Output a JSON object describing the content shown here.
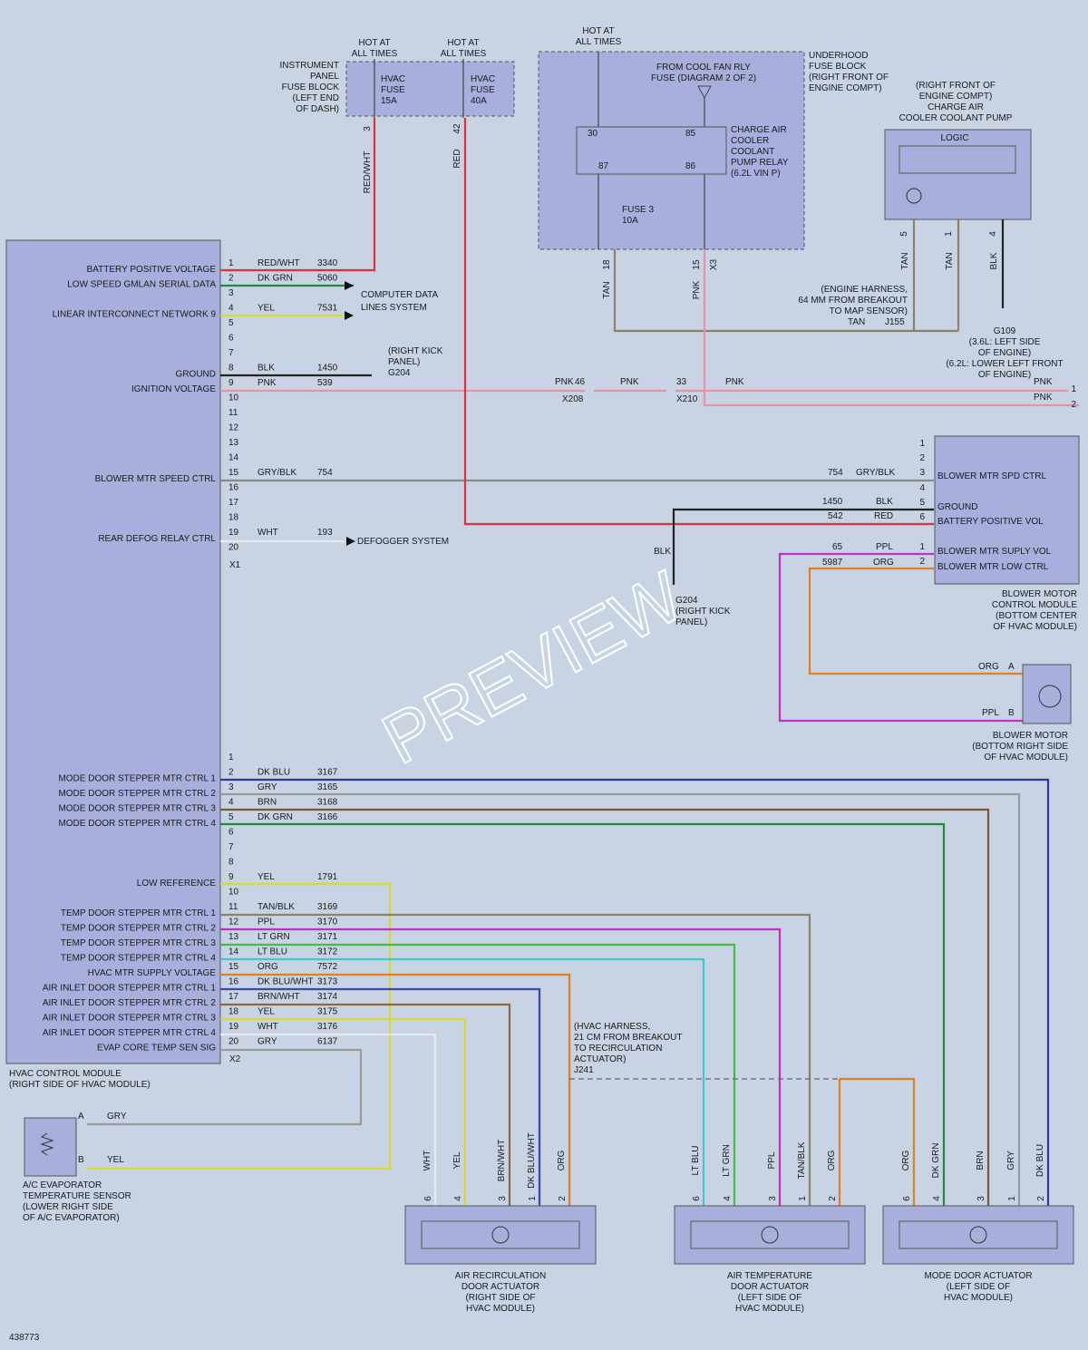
{
  "hcm_box_label": "HVAC CONTROL MODULE",
  "hcm_box_loc": "(RIGHT SIDE OF HVAC MODULE)",
  "x1": "X1",
  "x2": "X2",
  "hcm_pins_top": [
    {
      "pin": "1",
      "name": "BATTERY POSITIVE VOLTAGE",
      "color": "RED/WHT",
      "circuit": "3340",
      "stroke": "#e03040"
    },
    {
      "pin": "2",
      "name": "LOW SPEED GMLAN SERIAL DATA",
      "color": "DK GRN",
      "circuit": "5060",
      "stroke": "#1e8c3c"
    },
    {
      "pin": "3",
      "name": "",
      "color": "",
      "circuit": ""
    },
    {
      "pin": "4",
      "name": "LINEAR INTERCONNECT NETWORK 9",
      "color": "YEL",
      "circuit": "7531",
      "stroke": "#d9d930"
    },
    {
      "pin": "5",
      "name": "",
      "color": "",
      "circuit": ""
    },
    {
      "pin": "6",
      "name": "",
      "color": "",
      "circuit": ""
    },
    {
      "pin": "7",
      "name": "",
      "color": "",
      "circuit": ""
    },
    {
      "pin": "8",
      "name": "GROUND",
      "color": "BLK",
      "circuit": "1450",
      "stroke": "#222222"
    },
    {
      "pin": "9",
      "name": "IGNITION VOLTAGE",
      "color": "PNK",
      "circuit": "539",
      "stroke": "#e890a8"
    },
    {
      "pin": "10",
      "name": "",
      "color": "",
      "circuit": ""
    },
    {
      "pin": "11",
      "name": "",
      "color": "",
      "circuit": ""
    },
    {
      "pin": "12",
      "name": "",
      "color": "",
      "circuit": ""
    },
    {
      "pin": "13",
      "name": "",
      "color": "",
      "circuit": ""
    },
    {
      "pin": "14",
      "name": "",
      "color": "",
      "circuit": ""
    },
    {
      "pin": "15",
      "name": "BLOWER MTR SPEED CTRL",
      "color": "GRY/BLK",
      "circuit": "754",
      "stroke": "#8a8a8a"
    },
    {
      "pin": "16",
      "name": "",
      "color": "",
      "circuit": ""
    },
    {
      "pin": "17",
      "name": "",
      "color": "",
      "circuit": ""
    },
    {
      "pin": "18",
      "name": "",
      "color": "",
      "circuit": ""
    },
    {
      "pin": "19",
      "name": "REAR DEFOG RELAY CTRL",
      "color": "WHT",
      "circuit": "193",
      "stroke": "#f5f5f5"
    },
    {
      "pin": "20",
      "name": "",
      "color": "",
      "circuit": ""
    }
  ],
  "hcm_pins_bottom": [
    {
      "pin": "1",
      "name": "",
      "color": "",
      "circuit": ""
    },
    {
      "pin": "2",
      "name": "MODE DOOR STEPPER MTR CTRL 1",
      "color": "DK BLU",
      "circuit": "3167",
      "stroke": "#2a3aa0"
    },
    {
      "pin": "3",
      "name": "MODE DOOR STEPPER MTR CTRL 2",
      "color": "GRY",
      "circuit": "3165",
      "stroke": "#9a9a9a"
    },
    {
      "pin": "4",
      "name": "MODE DOOR STEPPER MTR CTRL 3",
      "color": "BRN",
      "circuit": "3168",
      "stroke": "#7a5a30"
    },
    {
      "pin": "5",
      "name": "MODE DOOR STEPPER MTR CTRL 4",
      "color": "DK GRN",
      "circuit": "3166",
      "stroke": "#1e8c3c"
    },
    {
      "pin": "6",
      "name": "",
      "color": "",
      "circuit": ""
    },
    {
      "pin": "7",
      "name": "",
      "color": "",
      "circuit": ""
    },
    {
      "pin": "8",
      "name": "",
      "color": "",
      "circuit": ""
    },
    {
      "pin": "9",
      "name": "LOW REFERENCE",
      "color": "YEL",
      "circuit": "1791",
      "stroke": "#d9d930"
    },
    {
      "pin": "10",
      "name": "",
      "color": "",
      "circuit": ""
    },
    {
      "pin": "11",
      "name": "TEMP DOOR STEPPER MTR CTRL 1",
      "color": "TAN/BLK",
      "circuit": "3169",
      "stroke": "#8a8466"
    },
    {
      "pin": "12",
      "name": "TEMP DOOR STEPPER MTR CTRL 2",
      "color": "PPL",
      "circuit": "3170",
      "stroke": "#c030c8"
    },
    {
      "pin": "13",
      "name": "TEMP DOOR STEPPER MTR CTRL 3",
      "color": "LT GRN",
      "circuit": "3171",
      "stroke": "#40c040"
    },
    {
      "pin": "14",
      "name": "TEMP DOOR STEPPER MTR CTRL 4",
      "color": "LT BLU",
      "circuit": "3172",
      "stroke": "#40c8d0"
    },
    {
      "pin": "15",
      "name": "HVAC MTR SUPPLY VOLTAGE",
      "color": "ORG",
      "circuit": "7572",
      "stroke": "#e08020"
    },
    {
      "pin": "16",
      "name": "AIR INLET DOOR STEPPER MTR CTRL 1",
      "color": "DK BLU/WHT",
      "circuit": "3173",
      "stroke": "#3a4aa8"
    },
    {
      "pin": "17",
      "name": "AIR INLET DOOR STEPPER MTR CTRL 2",
      "color": "BRN/WHT",
      "circuit": "3174",
      "stroke": "#8a6a40"
    },
    {
      "pin": "18",
      "name": "AIR INLET DOOR STEPPER MTR CTRL 3",
      "color": "YEL",
      "circuit": "3175",
      "stroke": "#d9d930"
    },
    {
      "pin": "19",
      "name": "AIR INLET DOOR STEPPER MTR CTRL 4",
      "color": "WHT",
      "circuit": "3176",
      "stroke": "#f5f5f5"
    },
    {
      "pin": "20",
      "name": "EVAP CORE TEMP SEN SIG",
      "color": "GRY",
      "circuit": "6137",
      "stroke": "#9a9a9a"
    }
  ],
  "hot_at_all_times": [
    "HOT AT",
    "ALL TIMES"
  ],
  "ip_fuse_block": [
    "INSTRUMENT",
    "PANEL",
    "FUSE BLOCK",
    "(LEFT END",
    "OF DASH)"
  ],
  "hvac_fuse_15": [
    "HVAC",
    "FUSE",
    "15A"
  ],
  "hvac_fuse_40": [
    "HVAC",
    "FUSE",
    "40A"
  ],
  "fuse_pin_3": "3",
  "fuse_pin_42": "42",
  "wire_red_wht": "RED/WHT",
  "wire_red": "RED",
  "computer_data": [
    "COMPUTER DATA",
    "LINES SYSTEM"
  ],
  "g204_note": [
    "(RIGHT KICK",
    "PANEL)",
    "G204"
  ],
  "defogger": "DEFOGGER SYSTEM",
  "underhood": [
    "UNDERHOOD",
    "FUSE BLOCK",
    "(RIGHT FRONT OF",
    "ENGINE COMPT)"
  ],
  "cool_fan": [
    "FROM COOL FAN RLY",
    "FUSE (DIAGRAM 2 OF 2)"
  ],
  "relay_label": [
    "CHARGE AIR",
    "COOLER",
    "COOLANT",
    "PUMP RELAY",
    "(6.2L VIN P)"
  ],
  "relay_pins": [
    "30",
    "85",
    "87",
    "86"
  ],
  "fuse3": [
    "FUSE 3",
    "10A"
  ],
  "uh_pin_18": "18",
  "uh_pin_15": "15",
  "uh_x3": "X3",
  "wire_tan": "TAN",
  "wire_pnk": "PNK",
  "wire_blk": "BLK",
  "pump_label": [
    "(RIGHT FRONT OF",
    "ENGINE COMPT)",
    "CHARGE AIR",
    "COOLER COOLANT PUMP"
  ],
  "logic": "LOGIC",
  "pump_pins": [
    "5",
    "1",
    "4"
  ],
  "engine_harness": [
    "(ENGINE HARNESS,",
    "64 MM FROM BREAKOUT",
    "TO MAP SENSOR)"
  ],
  "j155": "J155",
  "g109": [
    "G109",
    "(3.6L: LEFT SIDE",
    "OF ENGINE)",
    "(6.2L: LOWER LEFT FRONT",
    "OF ENGINE)"
  ],
  "x208": "X208",
  "x210": "X210",
  "pin46": "46",
  "pin33": "33",
  "pnk_out": [
    "1",
    "2"
  ],
  "bmcm_pins": [
    "1",
    "2",
    "3",
    "4",
    "5",
    "6",
    "1",
    "2"
  ],
  "bmcm_names": [
    "BLOWER MTR SPD CTRL",
    "GROUND",
    "BATTERY POSITIVE VOL",
    "BLOWER MTR SUPLY VOL",
    "BLOWER MTR LOW CTRL"
  ],
  "bmcm_wires": [
    {
      "circuit": "754",
      "color": "GRY/BLK"
    },
    {
      "circuit": "1450",
      "color": "BLK"
    },
    {
      "circuit": "542",
      "color": "RED"
    },
    {
      "circuit": "65",
      "color": "PPL"
    },
    {
      "circuit": "5987",
      "color": "ORG"
    }
  ],
  "bmcm_label": [
    "BLOWER MOTOR",
    "CONTROL MODULE",
    "(BOTTOM CENTER",
    "OF HVAC MODULE)"
  ],
  "g204b": [
    "G204",
    "(RIGHT KICK",
    "PANEL)"
  ],
  "blower_motor": [
    "BLOWER MOTOR",
    "(BOTTOM RIGHT SIDE",
    "OF HVAC MODULE)"
  ],
  "bm_pins": [
    "ORG",
    "A",
    "PPL",
    "B"
  ],
  "hvac_harness": [
    "(HVAC HARNESS,",
    "21 CM FROM BREAKOUT",
    "TO RECIRCULATION",
    "ACTUATOR)",
    "J241"
  ],
  "evap_sensor": [
    "A/C EVAPORATOR",
    "TEMPERATURE SENSOR",
    "(LOWER RIGHT SIDE",
    "OF A/C EVAPORATOR)"
  ],
  "evap_pins": [
    "A",
    "GRY",
    "B",
    "YEL"
  ],
  "act1_label": [
    "AIR RECIRCULATION",
    "DOOR ACTUATOR",
    "(RIGHT SIDE OF",
    "HVAC MODULE)"
  ],
  "act2_label": [
    "AIR TEMPERATURE",
    "DOOR ACTUATOR",
    "(LEFT SIDE OF",
    "HVAC MODULE)"
  ],
  "act3_label": [
    "MODE DOOR ACTUATOR",
    "(LEFT SIDE OF",
    "HVAC MODULE)"
  ],
  "act1_wires": [
    "WHT",
    "YEL",
    "BRN/WHT",
    "DK BLU/WHT",
    "ORG"
  ],
  "act2_wires": [
    "LT BLU",
    "LT GRN",
    "PPL",
    "TAN/BLK",
    "ORG"
  ],
  "act3_wires": [
    "ORG",
    "DK GRN",
    "BRN",
    "GRY",
    "DK BLU"
  ],
  "act_pins": [
    "6",
    "4",
    "3",
    "1",
    "2"
  ],
  "preview": "PREVIEW",
  "doc_id": "438773"
}
